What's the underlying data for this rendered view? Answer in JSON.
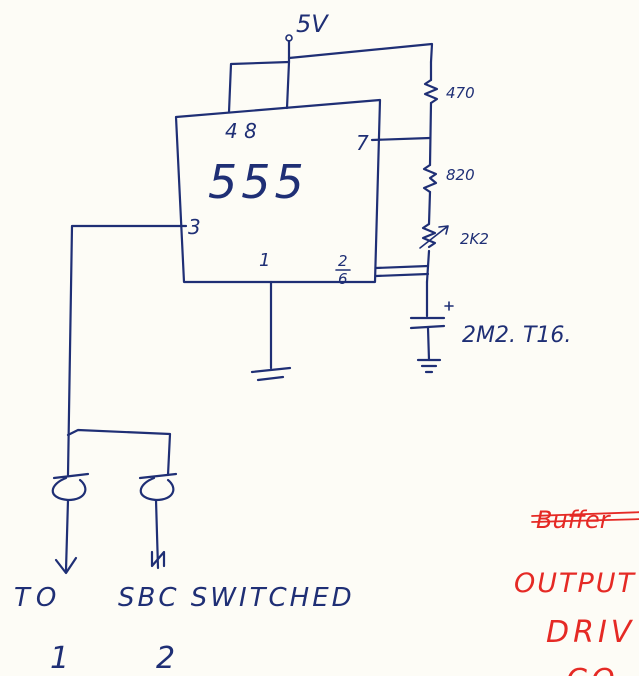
{
  "supply_label": "5V",
  "chip": {
    "part": "555",
    "pin_4_8": "4 8",
    "pin_7": "7",
    "pin_3": "3",
    "pin_1": "1",
    "pin_2": "2",
    "pin_6": "6"
  },
  "resistors": [
    "470",
    "820",
    "2K2"
  ],
  "capacitor": "2M2. T16.",
  "outputs": {
    "label_to": "TO",
    "label_rest": "SBC  SWITCHED",
    "num_1": "1",
    "num_2": "2"
  },
  "red_notes": {
    "struck_word": "Buffer",
    "line1": "OUTPUT",
    "line2": "DRIV",
    "line3": "CO"
  },
  "colors": {
    "ink": "#1f2f75",
    "red_ink": "#e52a25",
    "paper": "#fdfcf6"
  }
}
